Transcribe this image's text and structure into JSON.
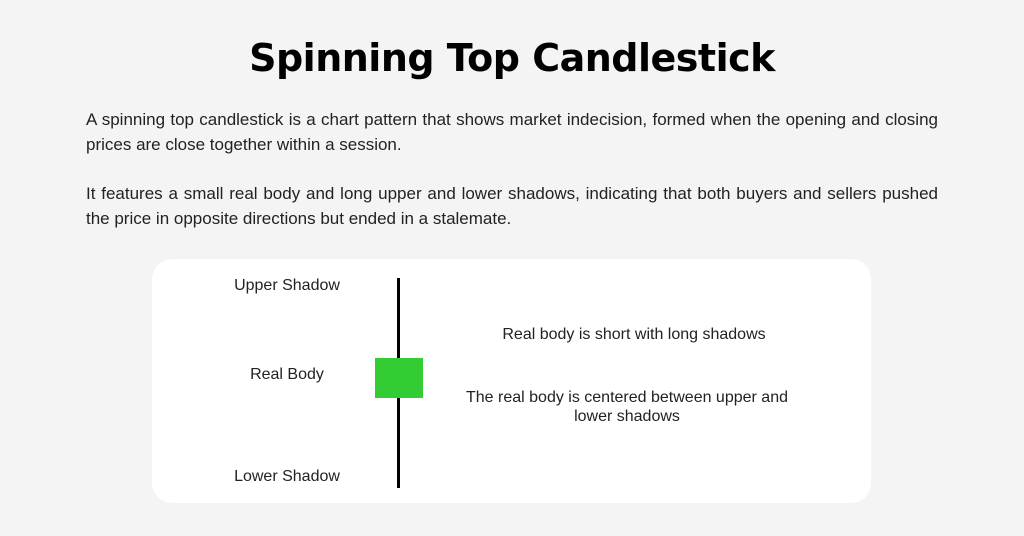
{
  "title": "Spinning Top Candlestick",
  "paragraphs": [
    "A spinning top candlestick is a chart pattern that shows market indecision, formed when the opening and closing prices are close together within a session.",
    "It features a small real body and long upper and lower shadows, indicating that both buyers and sellers pushed the price in opposite directions but ended in a stalemate."
  ],
  "diagram": {
    "labels": {
      "upper_shadow": "Upper Shadow",
      "real_body": "Real Body",
      "lower_shadow": "Lower Shadow"
    },
    "notes": [
      "Real body is short with long shadows",
      "The real body is centered between upper and lower shadows"
    ],
    "colors": {
      "body": "#33cc33",
      "wick": "#000000",
      "card_background": "#ffffff",
      "page_background": "#f4f4f4"
    }
  }
}
